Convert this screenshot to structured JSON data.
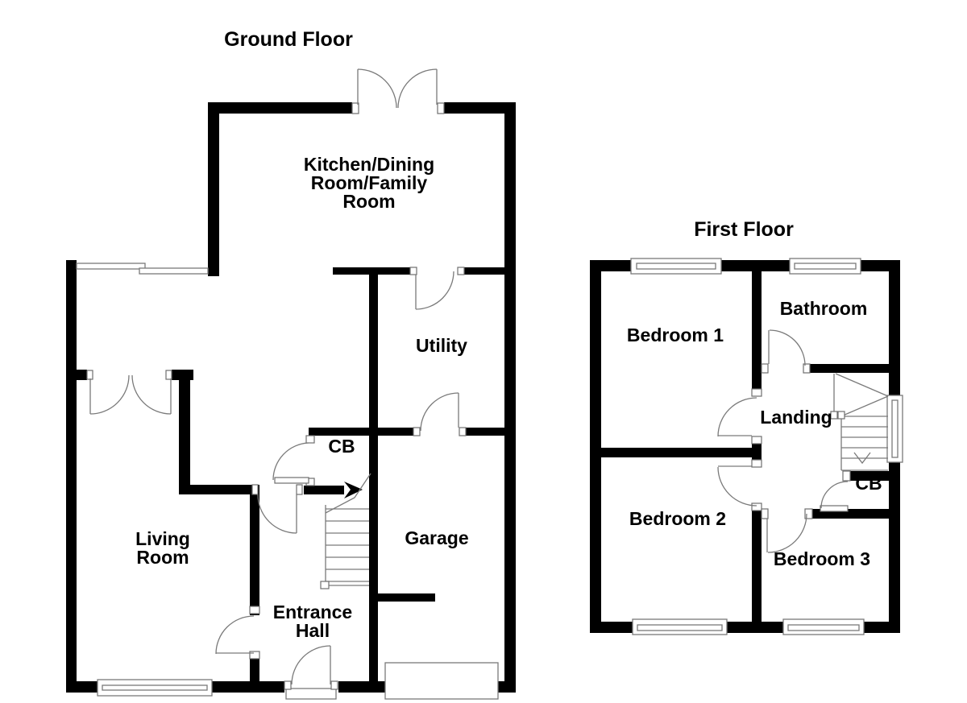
{
  "colors": {
    "wall": "#000000",
    "thin_line": "#7a7a7a",
    "background": "#ffffff",
    "text": "#000000"
  },
  "ground_floor": {
    "title": "Ground Floor",
    "labels": {
      "kitchen_lines": [
        "Kitchen/Dining",
        "Room/Family",
        "Room"
      ],
      "utility": "Utility",
      "cupboard": "CB",
      "living_lines": [
        "Living",
        "Room"
      ],
      "garage": "Garage",
      "entrance_lines": [
        "Entrance",
        "Hall"
      ]
    }
  },
  "first_floor": {
    "title": "First Floor",
    "labels": {
      "bedroom1": "Bedroom 1",
      "bathroom": "Bathroom",
      "landing": "Landing",
      "cupboard": "CB",
      "bedroom2": "Bedroom 2",
      "bedroom3": "Bedroom 3"
    }
  }
}
